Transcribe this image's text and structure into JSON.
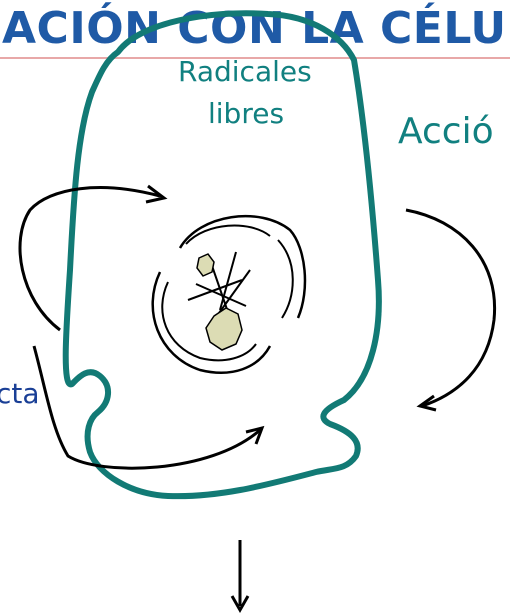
{
  "title": "ACIÓN CON LA CÉLU",
  "labels": {
    "radicales": "Radicales",
    "libres": "libres",
    "accion": "Acció",
    "cta": "cta"
  },
  "colors": {
    "title": "#1f5aa6",
    "title_rule": "#e8a8a8",
    "cell_outline": "#127a75",
    "label_teal": "#118080",
    "label_blue": "#1a3f96",
    "arrows": "#000000",
    "organelle_fill": "#dcdcb4"
  }
}
